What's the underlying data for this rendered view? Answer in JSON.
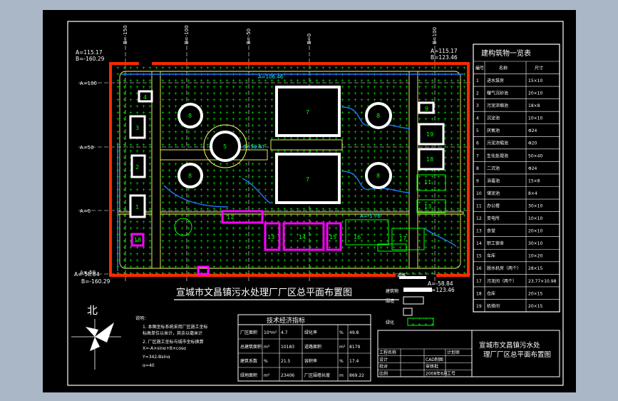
{
  "drawing": {
    "title": "宣城市文昌镇污水处理厂厂区总平面布置图",
    "north_label": "北",
    "coords": {
      "top_left_a": "A=115.17",
      "top_left_b": "B=-160.29",
      "top_right_a": "A=115.17",
      "top_right_b": "B=123.46",
      "bottom_left_a": "A=-58.84",
      "bottom_left_b": "B=-160.29",
      "bottom_right_a": "A=-58.84",
      "bottom_right_b": "B=123.46",
      "road_label": "A=106.46",
      "mid_label": "B=59.67",
      "road2": "A=-5.76"
    },
    "axis_labels": {
      "b_minus150": "B=-150",
      "b_minus100": "B=-100",
      "b_minus50": "B=-50",
      "b_0": "B=0",
      "b_100": "B=100",
      "a_100": "A=100",
      "a_50": "A=50",
      "a_0": "A=0",
      "a_minus50": "A=-50"
    },
    "unit_numbers": [
      "1",
      "2",
      "3",
      "4",
      "5",
      "6",
      "7",
      "8",
      "9",
      "10",
      "11",
      "12",
      "13",
      "14",
      "15",
      "16",
      "17",
      "18",
      "19"
    ]
  },
  "building_table": {
    "title": "建构筑物一览表",
    "headers": [
      "编号",
      "名称",
      "尺寸"
    ],
    "rows": [
      [
        "1",
        "进水泵房",
        "15×10"
      ],
      [
        "2",
        "曝气沉砂池",
        "20×10"
      ],
      [
        "3",
        "污泥浓缩池",
        "18×8"
      ],
      [
        "4",
        "沉淀池",
        "10×10"
      ],
      [
        "5",
        "厌氧池",
        "Φ24"
      ],
      [
        "6",
        "污泥浓缩池",
        "Φ20"
      ],
      [
        "7",
        "生化处理池",
        "50×40"
      ],
      [
        "8",
        "二沉池",
        "Φ24"
      ],
      [
        "9",
        "消毒池",
        "15×8"
      ],
      [
        "10",
        "储泥池",
        "8×4"
      ],
      [
        "11",
        "办公楼",
        "30×10"
      ],
      [
        "12",
        "变电所",
        "10×10"
      ],
      [
        "13",
        "食堂",
        "20×10"
      ],
      [
        "14",
        "职工宿舍",
        "30×10"
      ],
      [
        "15",
        "车库",
        "10×20"
      ],
      [
        "16",
        "脱水机房（两个）",
        "28×15"
      ],
      [
        "17",
        "污泥间（两个）",
        "23.77×10.98"
      ],
      [
        "18",
        "仓库",
        "20×15"
      ],
      [
        "19",
        "机修间",
        "20×15"
      ]
    ]
  },
  "econ_table": {
    "title": "技术经济指标",
    "rows": [
      [
        "厂区面积",
        "10⁴m²",
        "4.7",
        "绿化率",
        "%",
        "49.8"
      ],
      [
        "总建筑面积",
        "m²",
        "10183",
        "道路面积",
        "m²",
        "8179"
      ],
      [
        "建筑系数",
        "%",
        "21.5",
        "容积率",
        "%",
        "17.4"
      ],
      [
        "绿地面积",
        "m²",
        "23406",
        "厂区围墙长度",
        "m",
        "869.22"
      ]
    ]
  },
  "notes": {
    "title": "说明：",
    "lines": [
      "1. 本图坐标系统采用厂区施工坐标",
      "   标高单位以米计，其余以毫米计",
      "2. 厂区施工坐标与城市坐标换算",
      "   X=-A×sinα+B×cosα",
      "   Y=342-Bsinα",
      "   α=40"
    ]
  },
  "legend": {
    "items": [
      "道路",
      "建筑物",
      "围墙",
      "绿化"
    ]
  },
  "title_block": {
    "drawing_name": "宣城市文昌镇污水处理厂厂区总平面布置图",
    "rows": [
      [
        "工程名称",
        "",
        "计划审"
      ],
      [
        "设计",
        "CAD制图",
        ""
      ],
      [
        "校对",
        "审核批",
        ""
      ],
      [
        "比例",
        "2008年6月",
        "工号"
      ]
    ]
  },
  "colors": {
    "background": "#000000",
    "frame": "#ffffff",
    "wall": "#ff2a00",
    "road": "#ffff66",
    "pipe": "#1e7bff",
    "green": "#00ff00",
    "highlight": "#ff00ff",
    "building": "#ffffff",
    "label": "#00ffff"
  }
}
